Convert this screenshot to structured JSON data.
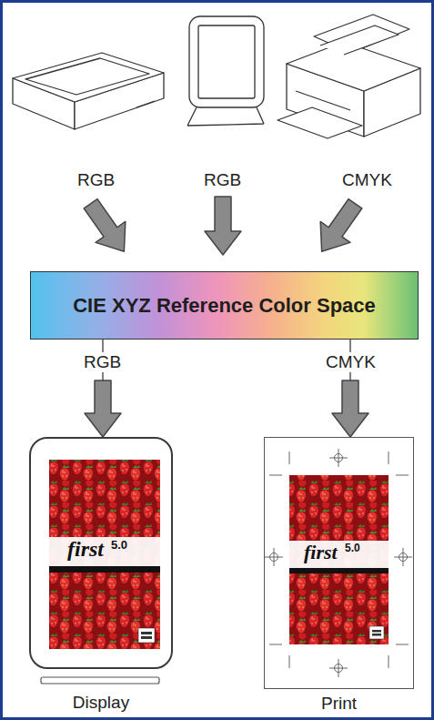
{
  "diagram": {
    "nodes": [
      {
        "text": [
          "CIE XYZ Reference Color Space"
        ]
      },
      {
        "text": [
          "Display"
        ]
      },
      {
        "text": [
          "Print"
        ]
      }
    ],
    "edges": [
      {
        "from": 0,
        "to": 1,
        "arrow": "to",
        "label": "RGB"
      },
      {
        "from": 0,
        "to": 2,
        "arrow": "to",
        "label": "CMYK"
      }
    ],
    "labels": [
      "RGB",
      "RGB",
      "CMYK",
      "first",
      "5.0",
      "first",
      "5.0"
    ]
  }
}
